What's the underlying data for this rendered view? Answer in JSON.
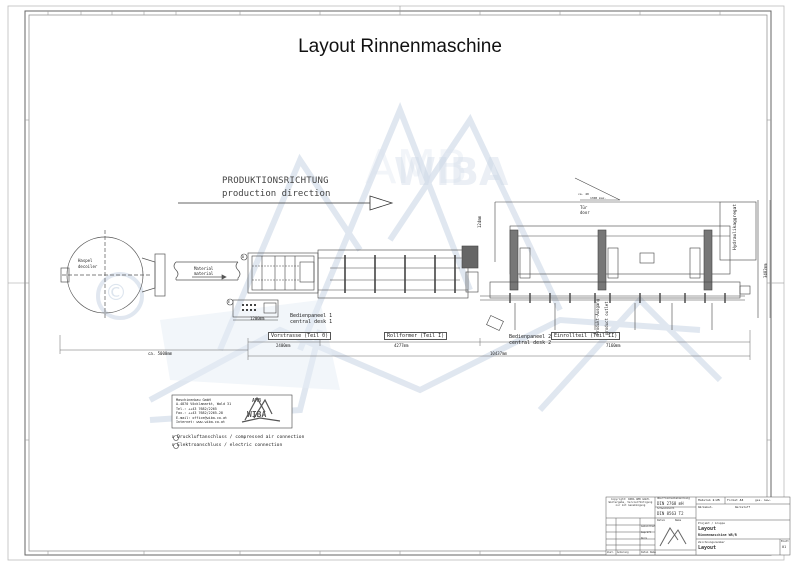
{
  "title": "Layout Rinnenmaschine",
  "direction": {
    "label_de": "PRODUKTIONSRICHTUNG",
    "label_en": "production direction"
  },
  "decoiler": {
    "label_de": "Haspel",
    "label_en": "decoiler"
  },
  "material": {
    "label_de": "Material",
    "label_en": "material"
  },
  "markers": {
    "air": "D",
    "electric": "E"
  },
  "control_desk_1": {
    "label_de": "Bedienpaneel 1",
    "label_en": "central desk 1",
    "width": "1200mm"
  },
  "control_desk_2": {
    "label_de": "Bedienpaneel 2",
    "label_en": "central desk 2"
  },
  "sections": [
    {
      "label": "Vorstrasse (Teil 0)",
      "dim": "2400mm"
    },
    {
      "label": "Rollformer (Teil I)",
      "dim": "4277mm"
    },
    {
      "label": "Einrollteil (Teil II)",
      "dim": "7160mm"
    }
  ],
  "dimensions": {
    "decoiler_distance": "ca. 5000mm",
    "total_length": "10437mm",
    "height_top": "124mm",
    "right_height": "3482mm"
  },
  "product_labels": {
    "de": "Produkt-Ausgang",
    "en": "product outlet"
  },
  "door": {
    "label_de": "Tür",
    "label_en": "door",
    "dim1": "ca. 40",
    "dim2": "1300 max."
  },
  "hydraulic": "Hydraulikaggregat",
  "company": {
    "name": "Maschinenbau GmbH",
    "address": "A-4870 Vöcklamarkt, Wald 31",
    "tel": "Tel.: ++43 7682/2265",
    "fax": "Fax.: ++43 7682/2265-28",
    "email": "E-mail: office@wiba.co.at",
    "internet": "Internet: www.wiba.co.at",
    "logo_top": "AMB",
    "logo_main": "WIBA"
  },
  "legend": [
    {
      "symbol": "D",
      "text": "Druckluftanschluss / compressed air connection"
    },
    {
      "symbol": "E",
      "text": "Elektroanschluss / electric connection"
    }
  ],
  "watermark": {
    "top": "AMB",
    "main": "WIBA",
    "copyright": "©"
  },
  "title_block": {
    "copyright_note": "Copyright: WIBA AMB GmbH. Weitergabe, Vervielfältigung nur mit Genehmigung",
    "surface_label": "Oberflächenbehandlung",
    "surface_value": "DIN 2768 mH",
    "standard_label": "Schweißnorm",
    "standard_value": "DIN 8563 T2",
    "scale_label": "Maßstab",
    "scale_value": "1:25",
    "format_label": "Format",
    "format_value": "A3",
    "weight_label": "ges. Gew.",
    "treatment_label": "Wärmebeh.",
    "material_label": "Werkstoff",
    "project_label": "Projekt / Gruppe",
    "project_value": "Layout",
    "machine_value": "Rinnenmaschine WR/R",
    "drawing_label": "Zeichnungsnummer",
    "drawing_value": "Layout",
    "sheet_label": "Blatt",
    "sheet_value": "01",
    "rows": [
      "Datum",
      "Name",
      "Gezeichnet",
      "Geprüft",
      "Norm"
    ],
    "rev_cols": [
      "Zust.",
      "Änderung",
      "Datum",
      "Name"
    ]
  }
}
